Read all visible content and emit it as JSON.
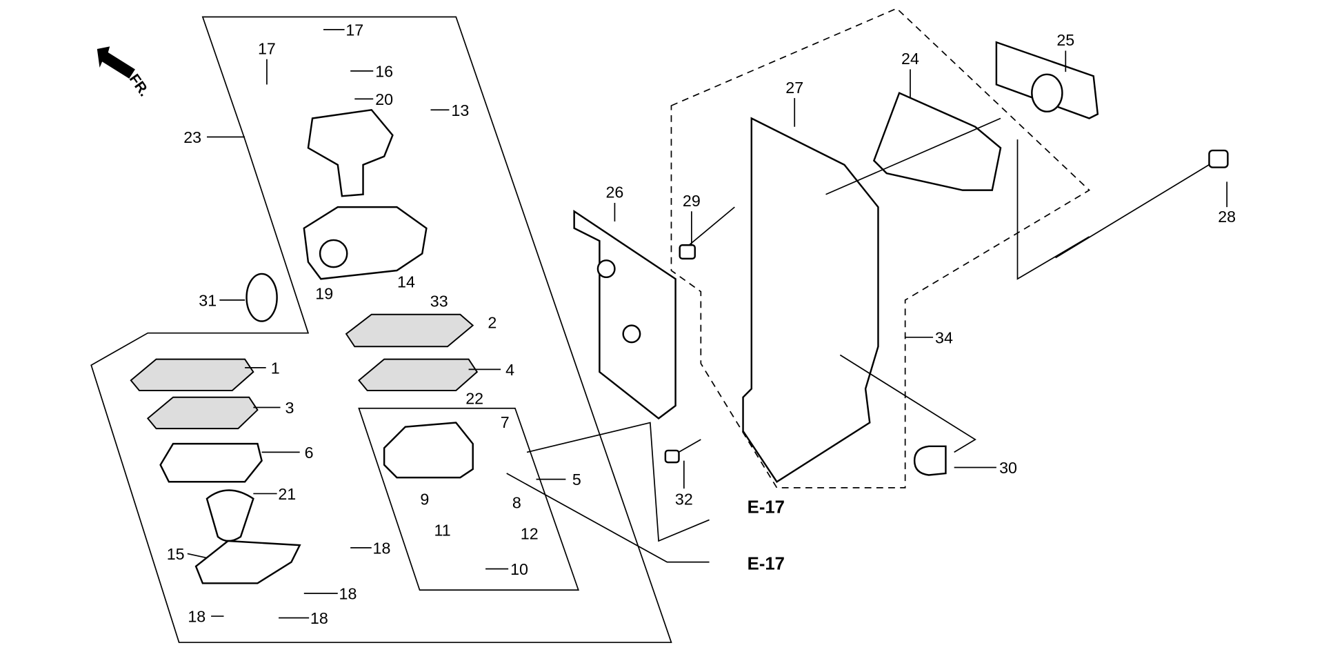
{
  "diagram": {
    "front_indicator": "FR.",
    "part_labels": [
      "17",
      "17",
      "16",
      "20",
      "13",
      "23",
      "26",
      "27",
      "24",
      "25",
      "29",
      "28",
      "31",
      "19",
      "14",
      "33",
      "2",
      "34",
      "1",
      "4",
      "22",
      "3",
      "7",
      "6",
      "30",
      "5",
      "21",
      "9",
      "8",
      "32",
      "11",
      "12",
      "15",
      "18",
      "10",
      "18",
      "18",
      "18"
    ],
    "references": [
      "E-17",
      "E-17"
    ]
  }
}
